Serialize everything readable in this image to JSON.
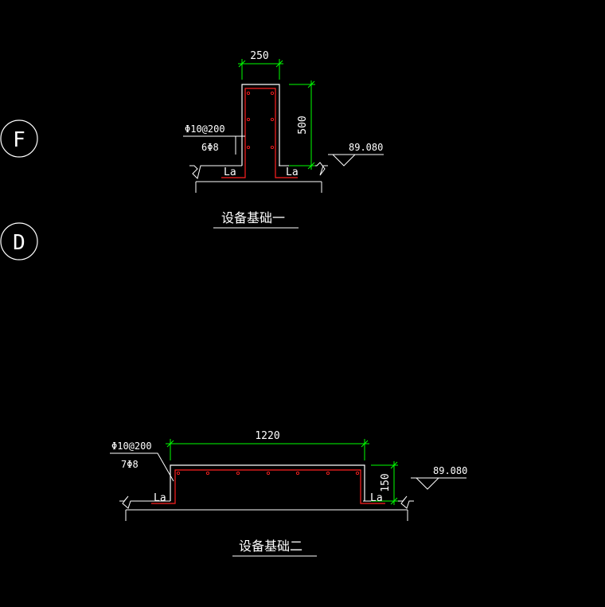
{
  "colors": {
    "background": "#000000",
    "outline": "#ffffff",
    "rebar": "#ff2020",
    "dimension": "#00ff00",
    "text": "#ffffff"
  },
  "axis_markers": {
    "f": "F",
    "d": "D"
  },
  "foundation_one": {
    "title": "设备基础一",
    "width_dim": "250",
    "height_dim": "500",
    "stirrup_label": "Φ10@200",
    "rebar_label": "6Φ8",
    "anchor_left": "La",
    "anchor_right": "La",
    "elevation": "89.080"
  },
  "foundation_two": {
    "title": "设备基础二",
    "width_dim": "1220",
    "height_dim": "150",
    "stirrup_label": "Φ10@200",
    "rebar_label": "7Φ8",
    "anchor_left": "La",
    "anchor_right": "La",
    "elevation": "89.080"
  }
}
